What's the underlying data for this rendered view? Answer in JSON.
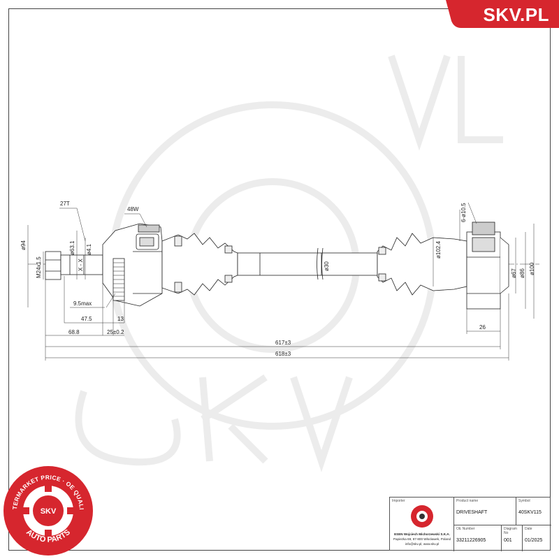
{
  "brand": {
    "name": "SKV.PL",
    "color": "#d6262e"
  },
  "seal": {
    "top_text": "AFTERMARKET PRICE · OE QUALITY",
    "bottom_text": "AUTO PARTS",
    "center_text": "SKV",
    "color": "#d6262e"
  },
  "drawing": {
    "labels": {
      "spline_outer": "27T",
      "spline_inner": "48W",
      "dia_94": "ø94",
      "thread": "M24x1.5",
      "dia_63_1": "ø63.1",
      "dia_4_1": "ø4.1",
      "xx": "X - X",
      "dia_30": "ø30",
      "dia_102_4": "ø102.4",
      "holes": "6-ø10.5",
      "dia_67": "ø67",
      "dia_86": "ø86",
      "dia_100": "ø100",
      "d_9_5": "9.5max",
      "d_47_5": "47.5",
      "d_13": "13",
      "d_68_8": "68.8",
      "d_25": "25±0.2",
      "d_26": "26",
      "d_617": "617±3",
      "d_618": "618±3"
    }
  },
  "title_block": {
    "importer_label": "Importer",
    "importer_name": "ESEN Wojciech Michorzewski S.K.A.",
    "importer_address": "Papiezka 69, 87-800 Włocławek, Poland",
    "importer_contact": "info@skv.pl, www.skv.pl",
    "product_name_label": "Product name",
    "product_name": "DRIVESHAFT",
    "symbol_label": "Symbol",
    "symbol": "40SKV115",
    "oe_label": "OE Number",
    "oe_number": "33211226905",
    "diagram_label": "Diagram No",
    "diagram_no": "001",
    "date_label": "Date",
    "date": "01/2025"
  }
}
